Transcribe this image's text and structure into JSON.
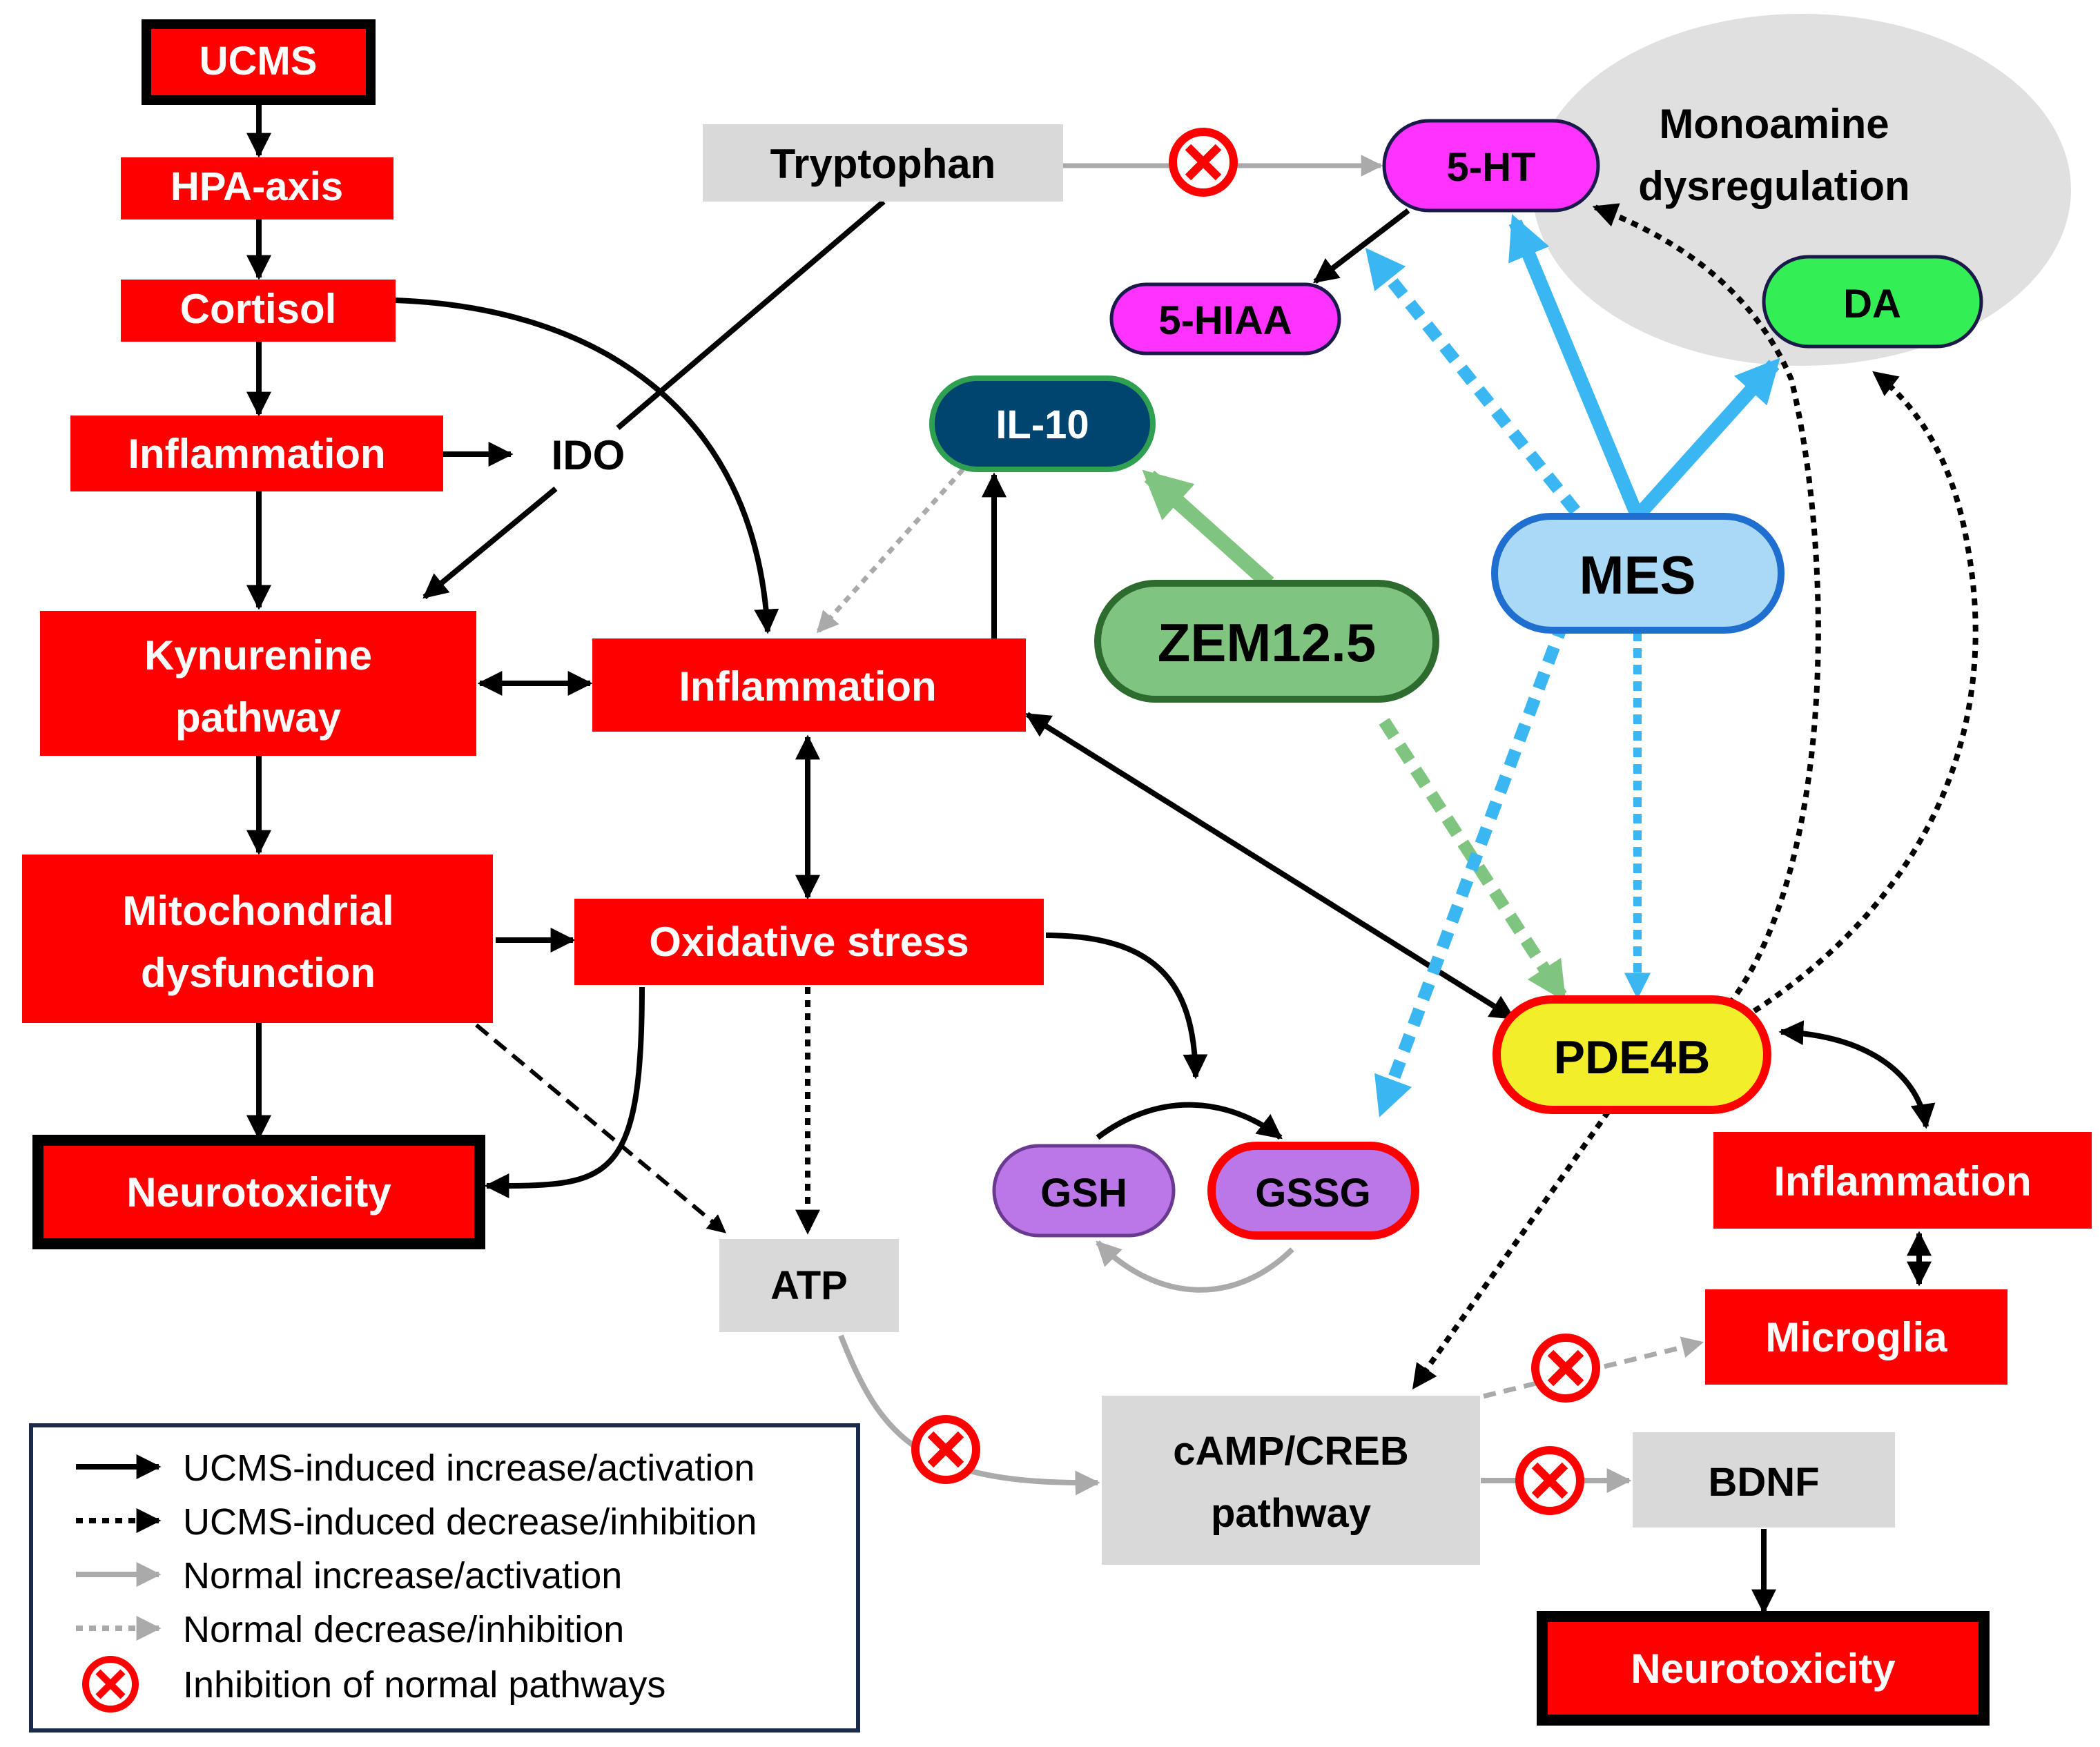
{
  "colors": {
    "red_box": "#ff0000",
    "gray_box": "#d9d9d9",
    "magenta": "#ff33ff",
    "green_pill": "#33ee55",
    "navy": "#004570",
    "light_blue": "#aad9f5",
    "mes_border": "#1f6fd0",
    "zem_fill": "#7fc47f",
    "zem_border": "#2e6b2e",
    "yellow": "#f2ee2a",
    "purple": "#bb77e8",
    "blue_arrow": "#3ab7f2",
    "green_arrow": "#7fc47f",
    "gray_arrow": "#aaaaaa",
    "ellipse": "#e0e0e0"
  },
  "nodes": {
    "ucms": "UCMS",
    "hpa_axis": "HPA-axis",
    "cortisol": "Cortisol",
    "inflammation_left": "Inflammation",
    "ido": "IDO",
    "kynurenine_line1": "Kynurenine",
    "kynurenine_line2": "pathway",
    "mito_line1": "Mitochondrial",
    "mito_line2": "dysfunction",
    "neurotoxicity_left": "Neurotoxicity",
    "tryptophan": "Tryptophan",
    "inflammation_center": "Inflammation",
    "oxidative_stress": "Oxidative stress",
    "atp": "ATP",
    "il10": "IL-10",
    "zem": "ZEM12.5",
    "mes": "MES",
    "ht5": "5-HT",
    "hiaa5": "5-HIAA",
    "da": "DA",
    "monoamine_line1": "Monoamine",
    "monoamine_line2": "dysregulation",
    "pde4b": "PDE4B",
    "gsh": "GSH",
    "gssg": "GSSG",
    "inflammation_right": "Inflammation",
    "microglia": "Microglia",
    "camp_line1": "cAMP/CREB",
    "camp_line2": "pathway",
    "bdnf": "BDNF",
    "neurotoxicity_right": "Neurotoxicity"
  },
  "legend": {
    "items": [
      {
        "style": "solid-black",
        "label": "UCMS-induced increase/activation"
      },
      {
        "style": "dotted-black",
        "label": "UCMS-induced decrease/inhibition"
      },
      {
        "style": "solid-gray",
        "label": "Normal increase/activation"
      },
      {
        "style": "dotted-gray",
        "label": "Normal decrease/inhibition"
      },
      {
        "style": "inhibit-icon",
        "label": "Inhibition of normal pathways"
      }
    ]
  }
}
